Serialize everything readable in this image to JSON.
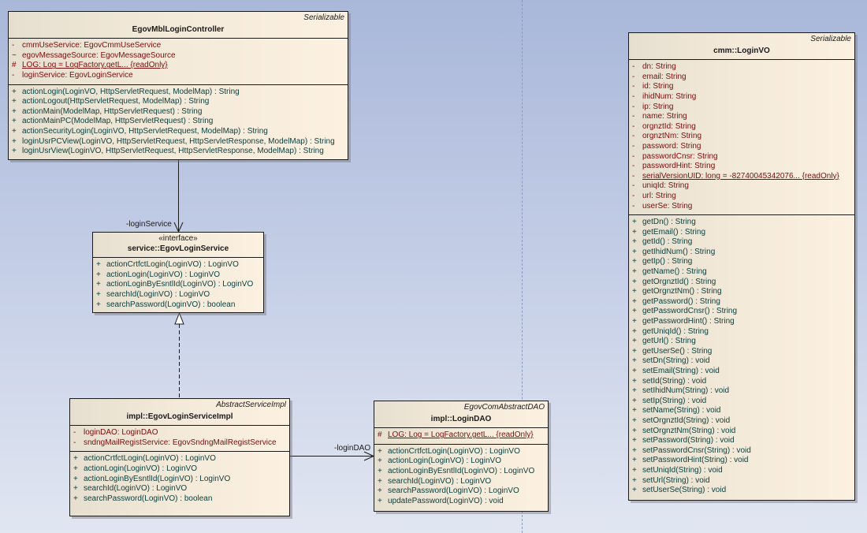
{
  "diagram": {
    "classes": {
      "controller": {
        "stereotype": "Serializable",
        "name": "EgovMblLoginController",
        "attributes": [
          {
            "vis": "-",
            "text": "cmmUseService:  EgovCmmUseService"
          },
          {
            "vis": "~",
            "text": "egovMessageSource:  EgovMessageSource"
          },
          {
            "vis": "#",
            "text": "LOG:  Log = LogFactory.getL... {readOnly}"
          },
          {
            "vis": "-",
            "text": "loginService:  EgovLoginService"
          }
        ],
        "operations": [
          {
            "vis": "+",
            "text": "actionLogin(LoginVO, HttpServletRequest, ModelMap) : String"
          },
          {
            "vis": "+",
            "text": "actionLogout(HttpServletRequest, ModelMap) : String"
          },
          {
            "vis": "+",
            "text": "actionMain(ModelMap, HttpServletRequest) : String"
          },
          {
            "vis": "+",
            "text": "actionMainPC(ModelMap, HttpServletRequest) : String"
          },
          {
            "vis": "+",
            "text": "actionSecurityLogin(LoginVO, HttpServletRequest, ModelMap) : String"
          },
          {
            "vis": "+",
            "text": "loginUsrPCView(LoginVO, HttpServletRequest, HttpServletResponse, ModelMap) : String"
          },
          {
            "vis": "+",
            "text": "loginUsrView(LoginVO, HttpServletRequest, HttpServletResponse, ModelMap) : String"
          }
        ]
      },
      "service": {
        "stereotype": "«interface»",
        "name": "service::EgovLoginService",
        "operations": [
          {
            "vis": "+",
            "text": "actionCrtfctLogin(LoginVO) : LoginVO"
          },
          {
            "vis": "+",
            "text": "actionLogin(LoginVO) : LoginVO"
          },
          {
            "vis": "+",
            "text": "actionLoginByEsntlId(LoginVO) : LoginVO"
          },
          {
            "vis": "+",
            "text": "searchId(LoginVO) : LoginVO"
          },
          {
            "vis": "+",
            "text": "searchPassword(LoginVO) : boolean"
          }
        ]
      },
      "serviceImpl": {
        "stereotype": "AbstractServiceImpl",
        "name": "impl::EgovLoginServiceImpl",
        "attributes": [
          {
            "vis": "-",
            "text": "loginDAO:  LoginDAO"
          },
          {
            "vis": "-",
            "text": "sndngMailRegistService:  EgovSndngMailRegistService"
          }
        ],
        "operations": [
          {
            "vis": "+",
            "text": "actionCrtfctLogin(LoginVO) : LoginVO"
          },
          {
            "vis": "+",
            "text": "actionLogin(LoginVO) : LoginVO"
          },
          {
            "vis": "+",
            "text": "actionLoginByEsntlId(LoginVO) : LoginVO"
          },
          {
            "vis": "+",
            "text": "searchId(LoginVO) : LoginVO"
          },
          {
            "vis": "+",
            "text": "searchPassword(LoginVO) : boolean"
          }
        ]
      },
      "dao": {
        "stereotype": "EgovComAbstractDAO",
        "name": "impl::LoginDAO",
        "attributes": [
          {
            "vis": "#",
            "text": "LOG:  Log = LogFactory.getL... {readOnly}"
          }
        ],
        "operations": [
          {
            "vis": "+",
            "text": "actionCrtfctLogin(LoginVO) : LoginVO"
          },
          {
            "vis": "+",
            "text": "actionLogin(LoginVO) : LoginVO"
          },
          {
            "vis": "+",
            "text": "actionLoginByEsntlId(LoginVO) : LoginVO"
          },
          {
            "vis": "+",
            "text": "searchId(LoginVO) : LoginVO"
          },
          {
            "vis": "+",
            "text": "searchPassword(LoginVO) : LoginVO"
          },
          {
            "vis": "+",
            "text": "updatePassword(LoginVO) : void"
          }
        ]
      },
      "vo": {
        "stereotype": "Serializable",
        "name": "cmm::LoginVO",
        "attributes": [
          {
            "vis": "-",
            "text": "dn:  String"
          },
          {
            "vis": "-",
            "text": "email:  String"
          },
          {
            "vis": "-",
            "text": "id:  String"
          },
          {
            "vis": "-",
            "text": "ihidNum:  String"
          },
          {
            "vis": "-",
            "text": "ip:  String"
          },
          {
            "vis": "-",
            "text": "name:  String"
          },
          {
            "vis": "-",
            "text": "orgnztId:  String"
          },
          {
            "vis": "-",
            "text": "orgnztNm:  String"
          },
          {
            "vis": "-",
            "text": "password:  String"
          },
          {
            "vis": "-",
            "text": "passwordCnsr:  String"
          },
          {
            "vis": "-",
            "text": "passwordHint:  String"
          },
          {
            "vis": "-",
            "text": "serialVersionUID:  long = -82740045342076... {readOnly}"
          },
          {
            "vis": "-",
            "text": "uniqId:  String"
          },
          {
            "vis": "-",
            "text": "url:  String"
          },
          {
            "vis": "-",
            "text": "userSe:  String"
          }
        ],
        "operations": [
          {
            "vis": "+",
            "text": "getDn() : String"
          },
          {
            "vis": "+",
            "text": "getEmail() : String"
          },
          {
            "vis": "+",
            "text": "getId() : String"
          },
          {
            "vis": "+",
            "text": "getIhidNum() : String"
          },
          {
            "vis": "+",
            "text": "getIp() : String"
          },
          {
            "vis": "+",
            "text": "getName() : String"
          },
          {
            "vis": "+",
            "text": "getOrgnztId() : String"
          },
          {
            "vis": "+",
            "text": "getOrgnztNm() : String"
          },
          {
            "vis": "+",
            "text": "getPassword() : String"
          },
          {
            "vis": "+",
            "text": "getPasswordCnsr() : String"
          },
          {
            "vis": "+",
            "text": "getPasswordHint() : String"
          },
          {
            "vis": "+",
            "text": "getUniqId() : String"
          },
          {
            "vis": "+",
            "text": "getUrl() : String"
          },
          {
            "vis": "+",
            "text": "getUserSe() : String"
          },
          {
            "vis": "+",
            "text": "setDn(String) : void"
          },
          {
            "vis": "+",
            "text": "setEmail(String) : void"
          },
          {
            "vis": "+",
            "text": "setId(String) : void"
          },
          {
            "vis": "+",
            "text": "setIhidNum(String) : void"
          },
          {
            "vis": "+",
            "text": "setIp(String) : void"
          },
          {
            "vis": "+",
            "text": "setName(String) : void"
          },
          {
            "vis": "+",
            "text": "setOrgnztId(String) : void"
          },
          {
            "vis": "+",
            "text": "setOrgnztNm(String) : void"
          },
          {
            "vis": "+",
            "text": "setPassword(String) : void"
          },
          {
            "vis": "+",
            "text": "setPasswordCnsr(String) : void"
          },
          {
            "vis": "+",
            "text": "setPasswordHint(String) : void"
          },
          {
            "vis": "+",
            "text": "setUniqId(String) : void"
          },
          {
            "vis": "+",
            "text": "setUrl(String) : void"
          },
          {
            "vis": "+",
            "text": "setUserSe(String) : void"
          }
        ]
      }
    },
    "connectors": {
      "loginService_label": "-loginService",
      "loginDAO_label": "-loginDAO"
    },
    "static_members": [
      "LOG:  Log = LogFactory.getL... {readOnly}",
      "serialVersionUID:  long = -82740045342076... {readOnly}"
    ]
  }
}
